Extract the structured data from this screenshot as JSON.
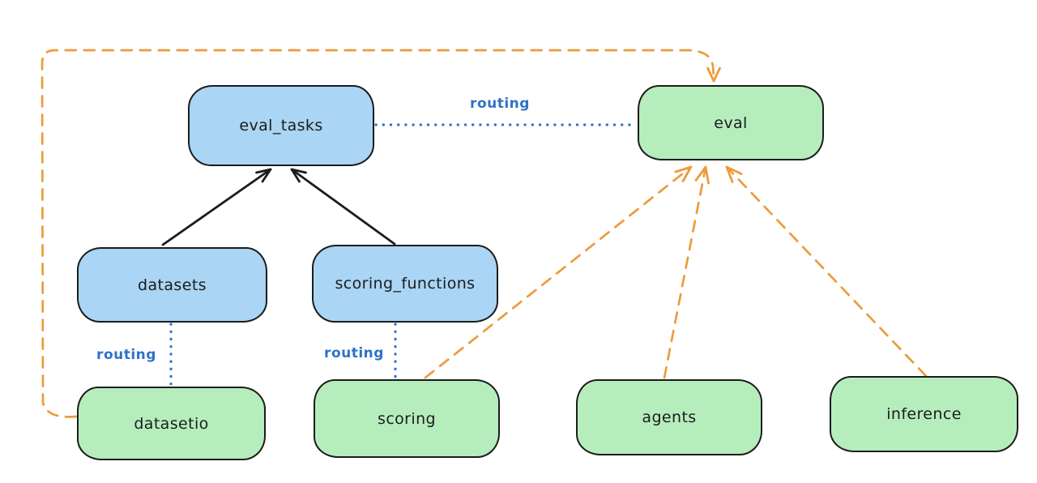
{
  "diagram": {
    "nodes": {
      "eval_tasks": {
        "label": "eval_tasks",
        "fill": "#aad5f4"
      },
      "eval": {
        "label": "eval",
        "fill": "#b6edbd"
      },
      "datasets": {
        "label": "datasets",
        "fill": "#aad5f4"
      },
      "scoring_functions": {
        "label": "scoring_functions",
        "fill": "#aad5f4"
      },
      "datasetio": {
        "label": "datasetio",
        "fill": "#b6edbd"
      },
      "scoring": {
        "label": "scoring",
        "fill": "#b6edbd"
      },
      "agents": {
        "label": "agents",
        "fill": "#b6edbd"
      },
      "inference": {
        "label": "inference",
        "fill": "#b6edbd"
      }
    },
    "edges": [
      {
        "from": "datasets",
        "to": "eval_tasks",
        "style": "solid",
        "color": "#1c1c1c",
        "arrow": true
      },
      {
        "from": "scoring_functions",
        "to": "eval_tasks",
        "style": "solid",
        "color": "#1c1c1c",
        "arrow": true
      },
      {
        "from": "eval_tasks",
        "to": "eval",
        "style": "dotted",
        "color": "#2e73c5",
        "arrow": false,
        "label": "routing"
      },
      {
        "from": "datasets",
        "to": "datasetio",
        "style": "dotted",
        "color": "#2e73c5",
        "arrow": false,
        "label": "routing"
      },
      {
        "from": "scoring_functions",
        "to": "scoring",
        "style": "dotted",
        "color": "#2e73c5",
        "arrow": false,
        "label": "routing"
      },
      {
        "from": "scoring",
        "to": "eval",
        "style": "dashed",
        "color": "#ec9b3d",
        "arrow": true
      },
      {
        "from": "agents",
        "to": "eval",
        "style": "dashed",
        "color": "#ec9b3d",
        "arrow": true
      },
      {
        "from": "inference",
        "to": "eval",
        "style": "dashed",
        "color": "#ec9b3d",
        "arrow": true
      },
      {
        "from": "datasetio",
        "to": "eval",
        "style": "dashed",
        "color": "#ec9b3d",
        "arrow": true,
        "route": "around-left-and-top"
      }
    ],
    "colors": {
      "background": "#ffffff",
      "node_stroke": "#1c1c1c",
      "blue_fill": "#aad5f4",
      "green_fill": "#b6edbd",
      "routing_blue": "#2e73c5",
      "dashed_orange": "#ec9b3d"
    }
  }
}
